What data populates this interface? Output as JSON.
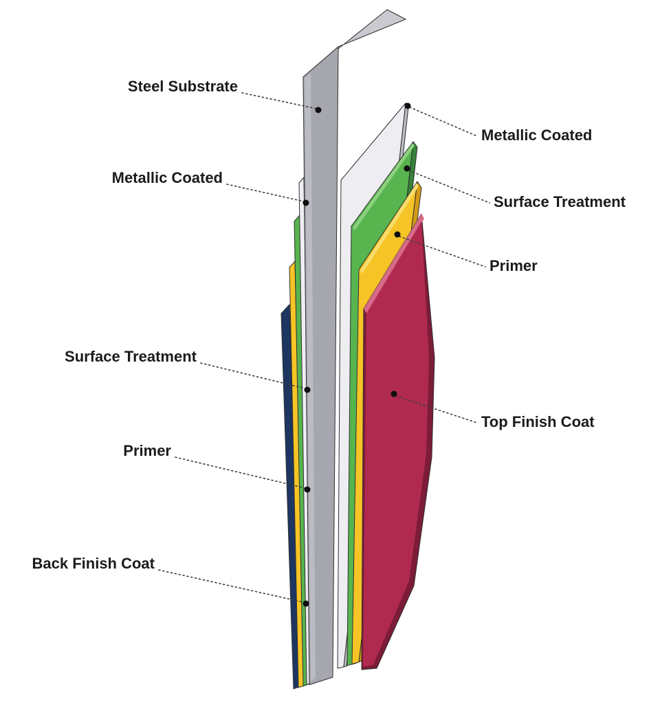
{
  "diagram": {
    "labels_left": [
      "Steel Substrate",
      "Metallic Coated",
      "Surface Treatment",
      "Primer",
      "Back Finish Coat"
    ],
    "labels_right": [
      "Metallic Coated",
      "Surface Treatment",
      "Primer",
      "Top Finish Coat"
    ]
  },
  "colors": {
    "steel": "#a6a7ae",
    "steel_top": "#c9c9cf",
    "steel_light": "#babbc3",
    "metallic": "#ededf2",
    "metallic_edge": "#b9b9c2",
    "surface": "#57b44e",
    "surface_dark": "#35823a",
    "surface_light": "#8ed080",
    "primer": "#f6c426",
    "primer_dark": "#d29a18",
    "primer_light": "#fadd6e",
    "top_finish": "#b02a50",
    "top_finish_dark": "#7c1c38",
    "top_finish_light": "#d76a88",
    "back_finish": "#1d3661",
    "dot": "#0f0f0f",
    "leader": "#3c3c3c"
  }
}
